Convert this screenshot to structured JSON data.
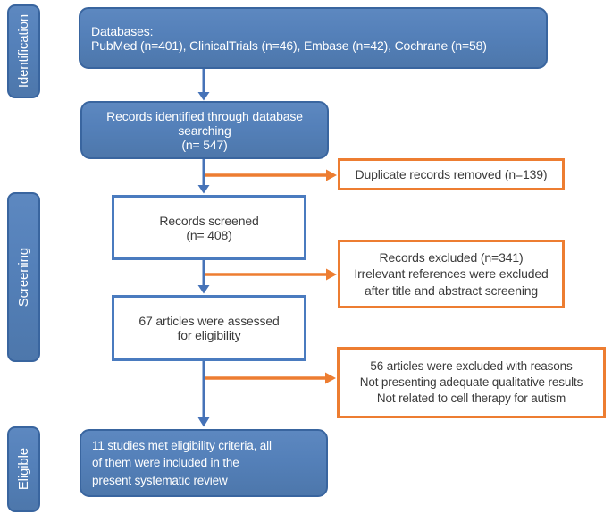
{
  "colors": {
    "blue_fill": "#5480b9",
    "blue_border": "#39659f",
    "arrow_blue": "#4673b8",
    "white_box_border": "#4a7bbf",
    "orange": "#ed7d31",
    "text_dark": "#3b3b3b",
    "text_white": "#ffffff"
  },
  "sidebar": {
    "stages": [
      {
        "id": "identification",
        "label": "Identification"
      },
      {
        "id": "screening",
        "label": "Screening"
      },
      {
        "id": "eligible",
        "label": "Eligible"
      }
    ]
  },
  "flow": {
    "databases": {
      "text": "Databases:\nPubMed (n=401), ClinicalTrials (n=46), Embase (n=42), Cochrane (n=58)"
    },
    "records_identified": {
      "text": "Records identified through database\nsearching\n(n= 547)"
    },
    "records_screened": {
      "text": "Records screened\n(n= 408)"
    },
    "assessed": {
      "text": "67 articles were assessed\nfor eligibility"
    },
    "included": {
      "text": "11 studies met eligibility criteria, all\nof them were included in the\npresent systematic review"
    }
  },
  "exclusions": {
    "duplicates": {
      "text": "Duplicate records removed (n=139)"
    },
    "records_excluded": {
      "text": "Records excluded (n=341)\nIrrelevant references were excluded\nafter title and abstract screening"
    },
    "articles_excluded": {
      "text": "56 articles were excluded with reasons\nNot presenting adequate qualitative results\nNot related to cell therapy for autism"
    }
  }
}
